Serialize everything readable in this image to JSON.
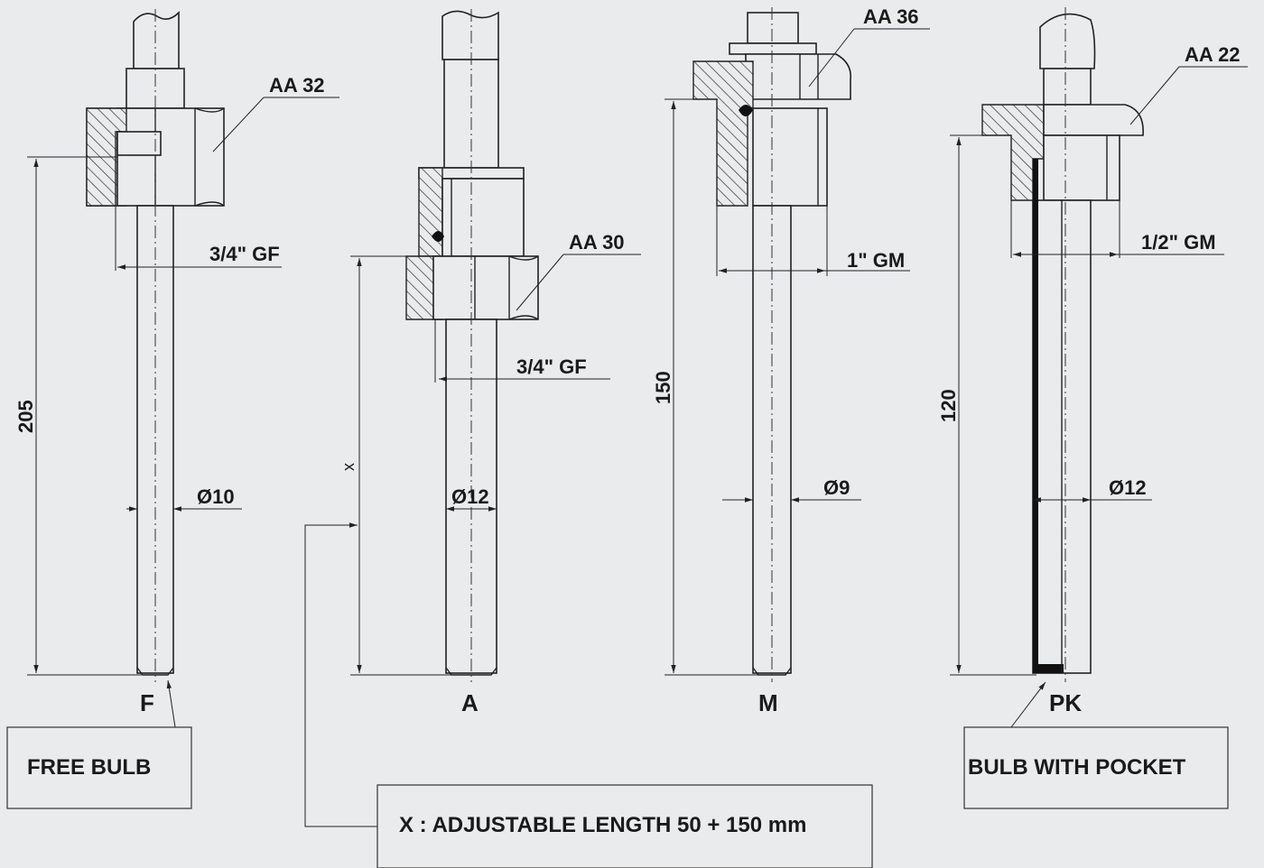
{
  "variants": [
    {
      "code": "F",
      "across_flats": "AA 32",
      "thread": "3/4\" GF",
      "diameter": "Ø10",
      "length_label": "205"
    },
    {
      "code": "A",
      "across_flats": "AA 30",
      "thread": "3/4\" GF",
      "diameter": "Ø12",
      "length_label": "x"
    },
    {
      "code": "M",
      "across_flats": "AA 36",
      "thread": "1\" GM",
      "diameter": "Ø9",
      "length_label": "150"
    },
    {
      "code": "PK",
      "across_flats": "AA 22",
      "thread": "1/2\" GM",
      "diameter": "Ø12",
      "length_label": "120"
    }
  ],
  "notes": {
    "free_bulb": "FREE BULB",
    "bulb_with_pocket": "BULB WITH POCKET",
    "adjustable_length": "X : ADJUSTABLE  LENGTH 50 + 150 mm"
  },
  "colors": {
    "background": "#e9ebed",
    "ink": "#222222"
  }
}
